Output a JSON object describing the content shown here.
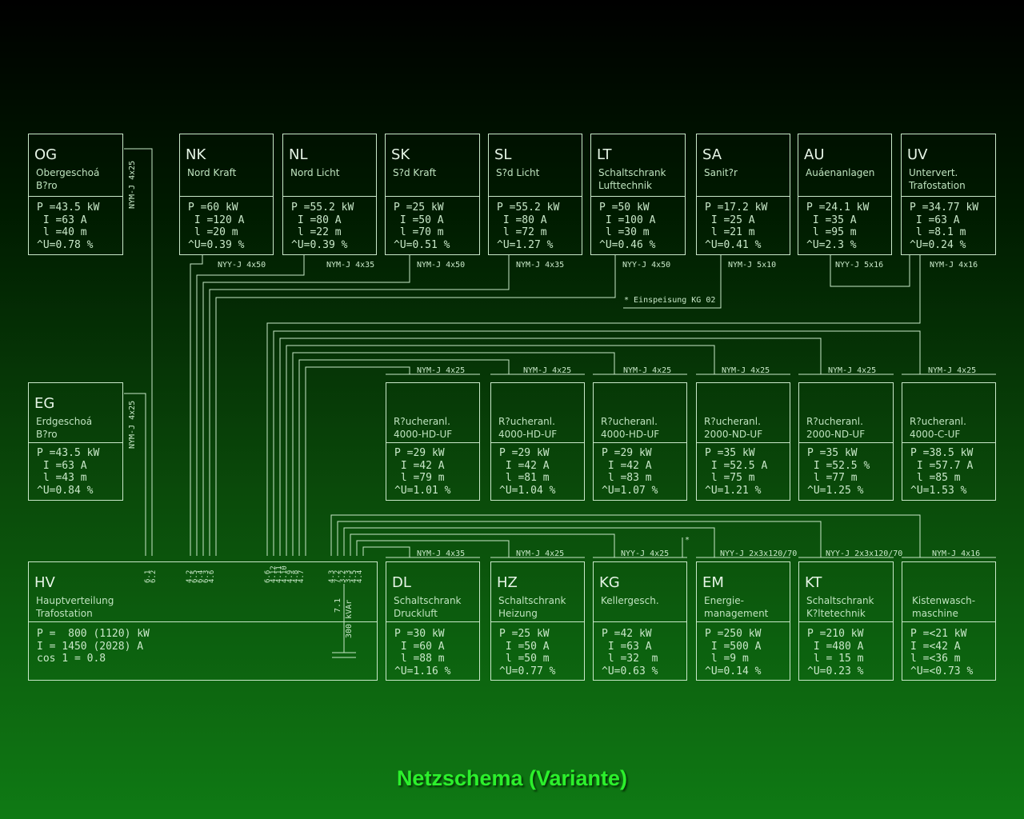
{
  "title": "Netzschema (Variante)",
  "colors": {
    "line": "#c9e8c9",
    "title": "#2cf02c"
  },
  "boxes": [
    {
      "id": "og",
      "code": "OG",
      "desc": "Obergeschoá\nB?ro",
      "vals": "P =43.5 kW\n I =63 A\n l =40 m\n^U=0.78 %"
    },
    {
      "id": "nk",
      "code": "NK",
      "desc": "Nord Kraft",
      "vals": "P =60 kW\n I =120 A\n l =20 m\n^U=0.39 %"
    },
    {
      "id": "nl",
      "code": "NL",
      "desc": "Nord Licht",
      "vals": "P =55.2 kW\n I =80 A\n l =22 m\n^U=0.39 %"
    },
    {
      "id": "sk",
      "code": "SK",
      "desc": "S?d Kraft",
      "vals": "P =25 kW\n I =50 A\n l =70 m\n^U=0.51 %"
    },
    {
      "id": "sl",
      "code": "SL",
      "desc": "S?d Licht",
      "vals": "P =55.2 kW\n I =80 A\n l =72 m\n^U=1.27 %"
    },
    {
      "id": "lt",
      "code": "LT",
      "desc": "Schaltschrank\nLufttechnik",
      "vals": "P =50 kW\n I =100 A\n l =30 m\n^U=0.46 %"
    },
    {
      "id": "sa",
      "code": "SA",
      "desc": "Sanit?r",
      "vals": "P =17.2 kW\n I =25 A\n l =21 m\n^U=0.41 %"
    },
    {
      "id": "au",
      "code": "AU",
      "desc": "Auáenanlagen",
      "vals": "P =24.1 kW\n I =35 A\n l =95 m\n^U=2.3 %"
    },
    {
      "id": "uv",
      "code": "UV",
      "desc": "Untervert.\nTrafostation",
      "vals": "P =34.77 kW\n I =63 A\n l =8.1 m\n^U=0.24 %"
    },
    {
      "id": "eg",
      "code": "EG",
      "desc": "Erdgeschoá\nB?ro",
      "vals": "P =43.5 kW\n I =63 A\n l =43 m\n^U=0.84 %"
    },
    {
      "id": "r1",
      "code": "",
      "desc": "R?ucheranl.\n4000-HD-UF",
      "vals": "P =29 kW\n I =42 A\n l =79 m\n^U=1.01 %"
    },
    {
      "id": "r2",
      "code": "",
      "desc": "R?ucheranl.\n4000-HD-UF",
      "vals": "P =29 kW\n I =42 A\n l =81 m\n^U=1.04 %"
    },
    {
      "id": "r3",
      "code": "",
      "desc": "R?ucheranl.\n4000-HD-UF",
      "vals": "P =29 kW\n I =42 A\n l =83 m\n^U=1.07 %"
    },
    {
      "id": "r4",
      "code": "",
      "desc": "R?ucheranl.\n2000-ND-UF",
      "vals": "P =35 kW\n I =52.5 A\n l =75 m\n^U=1.21 %"
    },
    {
      "id": "r5",
      "code": "",
      "desc": "R?ucheranl.\n2000-ND-UF",
      "vals": "P =35 kW\n I =52.5 %\n l =77 m\n^U=1.25 %"
    },
    {
      "id": "r6",
      "code": "",
      "desc": "R?ucheranl.\n4000-C-UF",
      "vals": "P =38.5 kW\n I =57.7 A\n l =85 m\n^U=1.53 %"
    },
    {
      "id": "hv",
      "code": "HV",
      "desc": "Hauptverteilung\nTrafostation",
      "vals": "P =  800 (1120) kW\nI = 1450 (2028) A\ncos 1 = 0.8"
    },
    {
      "id": "dl",
      "code": "DL",
      "desc": "Schaltschrank\nDruckluft",
      "vals": "P =30 kW\n I =60 A\n l =88 m\n^U=1.16 %"
    },
    {
      "id": "hz",
      "code": "HZ",
      "desc": "Schaltschrank\nHeizung",
      "vals": "P =25 kW\n I =50 A\n l =50 m\n^U=0.77 %"
    },
    {
      "id": "kg",
      "code": "KG",
      "desc": "Kellergesch.",
      "vals": "P =42 kW\n I =63 A\n l =32  m\n^U=0.63 %"
    },
    {
      "id": "em",
      "code": "EM",
      "desc": "Energie-\nmanagement",
      "vals": "P =250 kW\n I =500 A\n l =9 m\n^U=0.14 %"
    },
    {
      "id": "kt",
      "code": "KT",
      "desc": "Schaltschrank\nK?ltetechnik",
      "vals": "P =210 kW\n I =480 A\n l = 15 m\n^U=0.23 %"
    },
    {
      "id": "kw",
      "code": "",
      "desc": "Kistenwasch-\nmaschine",
      "vals": "P =<21 kW\nI =<42 A\nl =<36 m\n^U=<0.73 %"
    }
  ],
  "cables": {
    "og": "NYM-J 4x25",
    "eg": "NYM-J 4x25",
    "nk": "NYY-J 4x50",
    "nl": "NYM-J 4x35",
    "sk": "NYM-J 4x50",
    "sl": "NYM-J 4x35",
    "lt": "NYY-J 4x50",
    "sa": "NYM-J 5x10",
    "au": "NYY-J 5x16",
    "uv": "NYM-J 4x16",
    "r1": "NYM-J 4x25",
    "r2": "NYM-J 4x25",
    "r3": "NYM-J 4x25",
    "r4": "NYM-J 4x25",
    "r5": "NYM-J 4x25",
    "r6": "NYM-J 4x25",
    "dl": "NYM-J 4x35",
    "hz": "NYM-J 4x25",
    "kg": "NYY-J 4x25",
    "em": "NYY-J 2x3x120/70",
    "kt": "NYY-J 2x3x120/70",
    "kw": "NYM-J 4x16"
  },
  "notes": {
    "einspeisung": "* Einspeisung KG 02",
    "star": "*",
    "capacitor_id": "7.1",
    "capacitor_rating": "300 kVAr"
  },
  "hv_terminals": {
    "g1": [
      "6.1",
      "6.2"
    ],
    "g2": [
      "4.2",
      "6.5",
      "6.4",
      "6.3",
      "4.6"
    ],
    "g3": [
      "6.6",
      "4.12",
      "4.11",
      "4.10",
      "4.9",
      "4.8",
      "4.7"
    ],
    "g4": [
      "4.3",
      "7.2",
      "3.2",
      "3.3",
      "4.5",
      "4.4"
    ]
  }
}
